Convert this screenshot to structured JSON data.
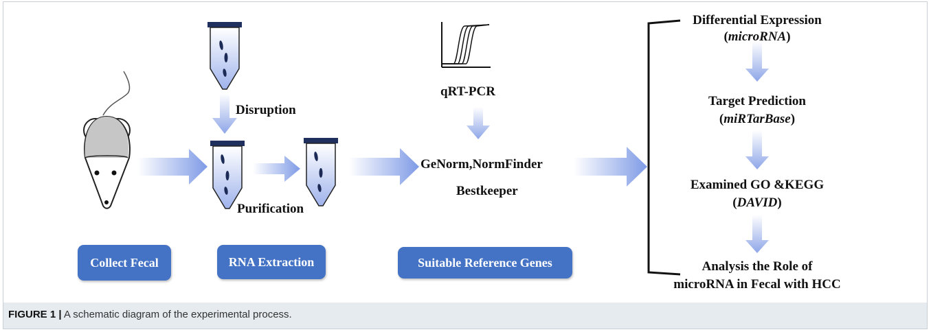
{
  "figure": {
    "caption_label": "FIGURE 1 |",
    "caption_text": "A schematic diagram of the experimental process."
  },
  "steps": {
    "collect": "Collect Fecal",
    "rna": "RNA Extraction",
    "reference": "Suitable Reference Genes"
  },
  "labels": {
    "disruption": "Disruption",
    "purification": "Purification",
    "qrtpcr": "qRT-PCR",
    "genorm": "GeNorm,NormFinder",
    "bestkeeper": "Bestkeeper"
  },
  "analysis": {
    "diff_title": "Differential Expression",
    "diff_sub": "microRNA",
    "target_title": "Target Prediction",
    "target_sub": "miRTarBase",
    "go_title": "Examined GO &KEGG",
    "go_sub": "DAVID",
    "role_line1": "Analysis the Role of",
    "role_line2": "microRNA in Fecal with HCC"
  },
  "colors": {
    "button_blue": "#4472c4",
    "arrow_blue": "#8ea6e8",
    "caption_bg": "#e6ebef"
  }
}
